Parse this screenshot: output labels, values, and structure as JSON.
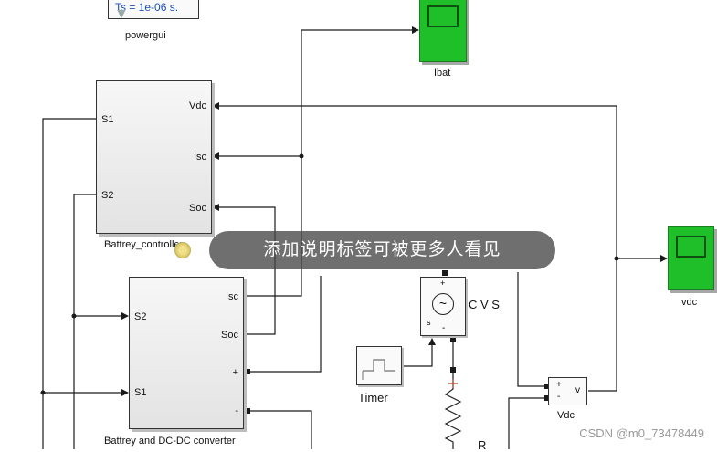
{
  "powergui": {
    "setting": "Ts = 1e-06 s.",
    "label": "powergui"
  },
  "scopes": {
    "ibat_label": "Ibat",
    "vdc_label": "vdc"
  },
  "battery_controller": {
    "label": "Battrey_controller",
    "in_ports": [
      "S1",
      "S2"
    ],
    "out_ports": [
      "Vdc",
      "Isc",
      "Soc"
    ]
  },
  "dcdc_converter": {
    "label": "Battrey and DC-DC converter",
    "in_ports": [
      "S2",
      "S1"
    ],
    "out_ports": [
      "Isc",
      "Soc",
      "+",
      "-"
    ]
  },
  "cvs": {
    "label": "C V S",
    "plus": "+",
    "s": "s",
    "minus": "-"
  },
  "timer": {
    "label": "Timer"
  },
  "vdc_meter": {
    "label": "Vdc",
    "plus": "+",
    "minus": "-",
    "out": "v"
  },
  "resistor": {
    "label": "R"
  },
  "toast": {
    "text": "添加说明标签可被更多人看见"
  },
  "watermark": "CSDN @m0_73478449",
  "colors": {
    "scope_green": "#1fbf2a",
    "wire": "#1a1a1a",
    "toast_bg": "#464646"
  }
}
